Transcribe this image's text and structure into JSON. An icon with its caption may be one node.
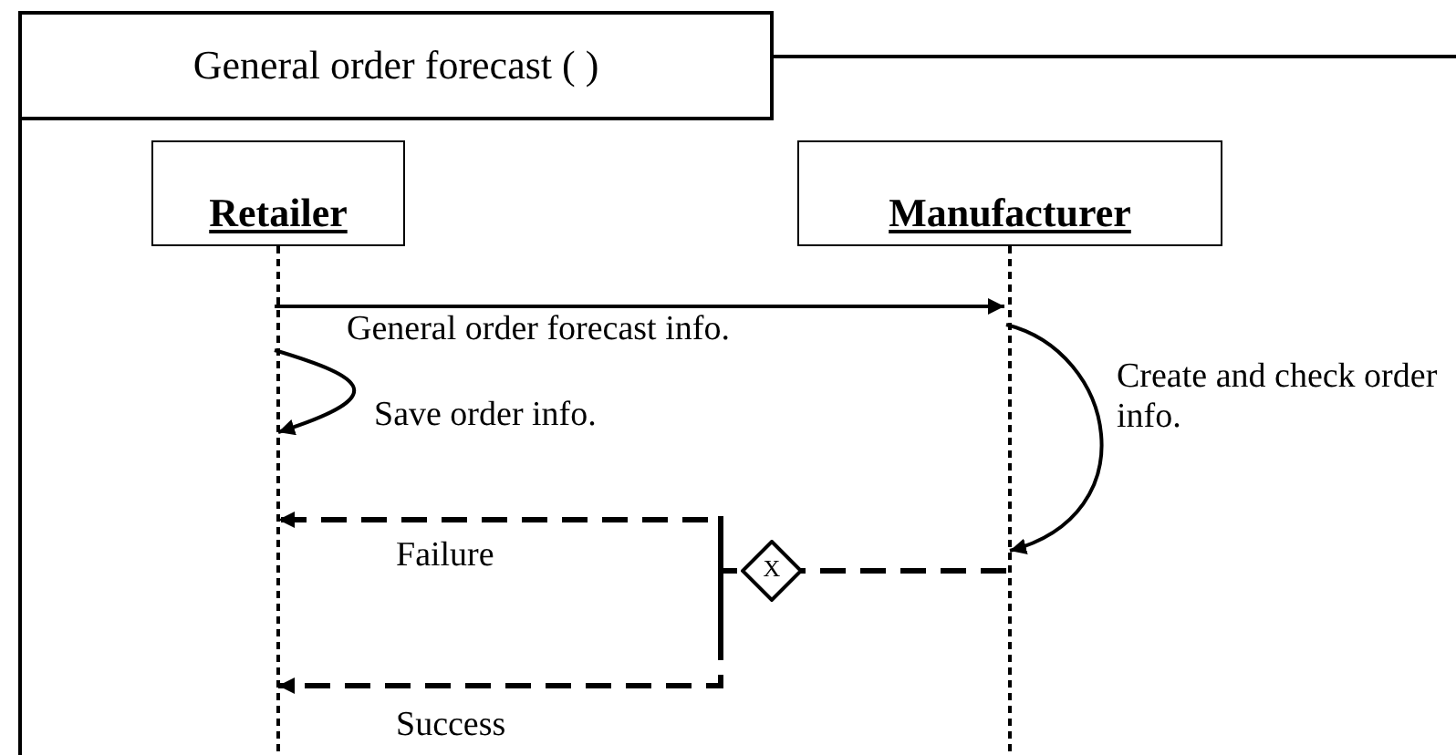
{
  "diagram": {
    "nodes": [
      {
        "text": [
          "General order forecast ( )"
        ]
      },
      {
        "text": [
          "Retailer"
        ],
        "in": 0
      },
      {
        "text": [
          "Manufacturer"
        ],
        "in": 0
      },
      {
        "text": [
          "X"
        ],
        "in": 0
      }
    ],
    "edges": [
      {
        "from": 1,
        "to": 2,
        "arrow": "to",
        "label": "General order forecast info."
      },
      {
        "from": 1,
        "to": 1,
        "arrow": "to",
        "label": "Save order info."
      },
      {
        "from": 2,
        "to": 2,
        "arrow": "to",
        "label": "Create and check order info."
      },
      {
        "from": 2,
        "to": 3,
        "arrow": "none",
        "style": "dashed"
      },
      {
        "from": 3,
        "to": 1,
        "arrow": "to",
        "style": "dashed",
        "label": "Failure"
      },
      {
        "from": 3,
        "to": 1,
        "arrow": "to",
        "style": "dashed",
        "label": "Success"
      }
    ]
  }
}
